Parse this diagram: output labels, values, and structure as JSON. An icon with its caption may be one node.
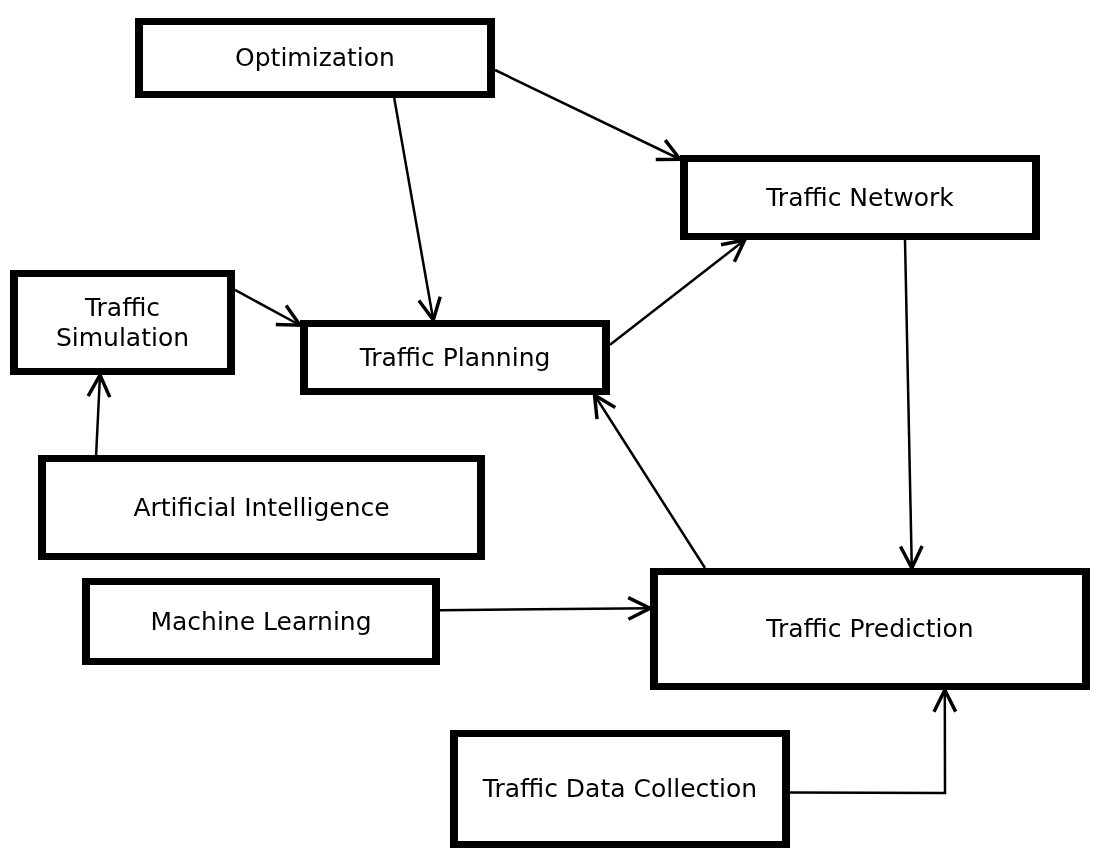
{
  "diagram": {
    "nodes": [
      {
        "text": [
          "Optimization"
        ]
      },
      {
        "text": [
          "Traffic Network"
        ]
      },
      {
        "text": [
          "Traffic Simulation"
        ]
      },
      {
        "text": [
          "Traffic Planning"
        ]
      },
      {
        "text": [
          "Artificial Intelligence"
        ]
      },
      {
        "text": [
          "Machine Learning"
        ]
      },
      {
        "text": [
          "Traffic Prediction"
        ]
      },
      {
        "text": [
          "Traffic Data Collection"
        ]
      }
    ],
    "edges": [
      {
        "from": 0,
        "to": 3,
        "arrow": "to"
      },
      {
        "from": 0,
        "to": 1,
        "arrow": "to"
      },
      {
        "from": 3,
        "to": 1,
        "arrow": "to"
      },
      {
        "from": 2,
        "to": 3,
        "arrow": "to"
      },
      {
        "from": 4,
        "to": 2,
        "arrow": "to"
      },
      {
        "from": 1,
        "to": 6,
        "arrow": "to"
      },
      {
        "from": 6,
        "to": 3,
        "arrow": "to"
      },
      {
        "from": 5,
        "to": 6,
        "arrow": "to"
      },
      {
        "from": 7,
        "to": 6,
        "arrow": "to"
      }
    ]
  }
}
